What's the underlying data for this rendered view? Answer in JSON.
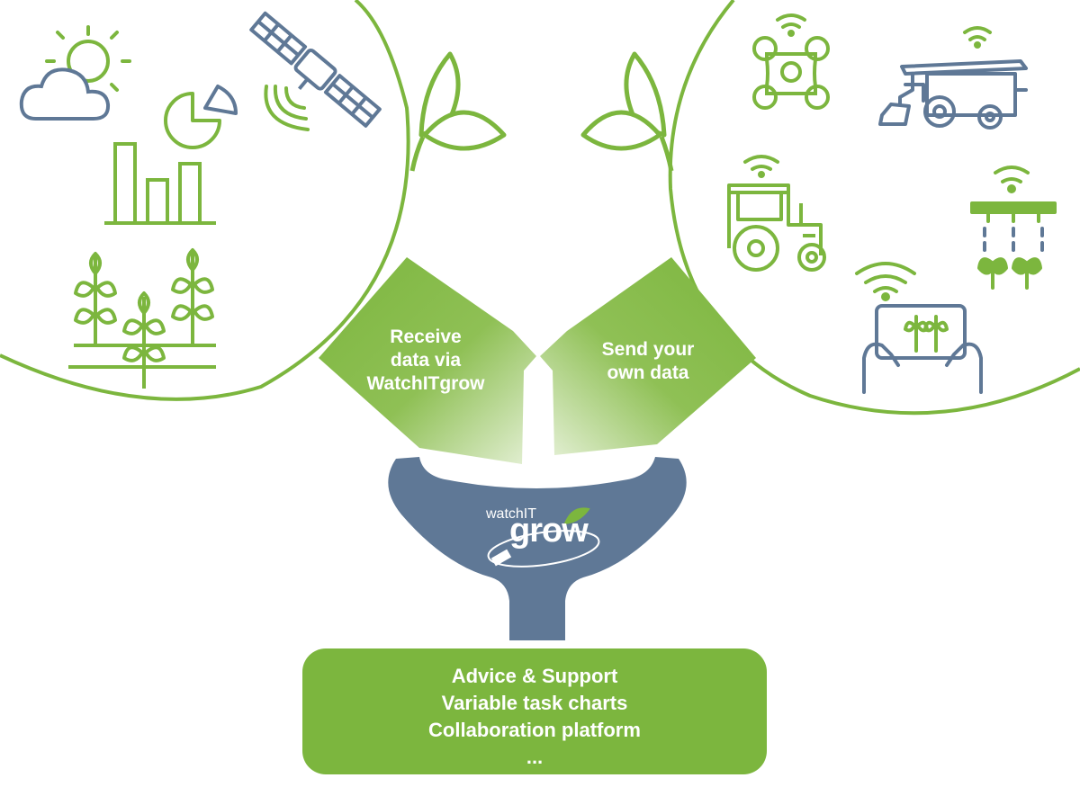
{
  "colors": {
    "green": "#7cb63e",
    "slate": "#5f7896",
    "white": "#ffffff"
  },
  "left_arrow": {
    "lines": [
      "Receive",
      "data via",
      "WatchITgrow"
    ]
  },
  "right_arrow": {
    "lines": [
      "Send your",
      "own data"
    ]
  },
  "logo": {
    "small": "watchIT",
    "big": "grow"
  },
  "results": {
    "lines": [
      "Advice & Support",
      "Variable task charts",
      "Collaboration platform",
      "..."
    ]
  },
  "icons_left": [
    "cloud-sun-icon",
    "satellite-icon",
    "pie-chart-icon",
    "bar-chart-icon",
    "crop-field-icon"
  ],
  "icons_right": [
    "drone-icon",
    "combine-harvester-icon",
    "tractor-icon",
    "sprayer-icon",
    "tablet-icon"
  ]
}
